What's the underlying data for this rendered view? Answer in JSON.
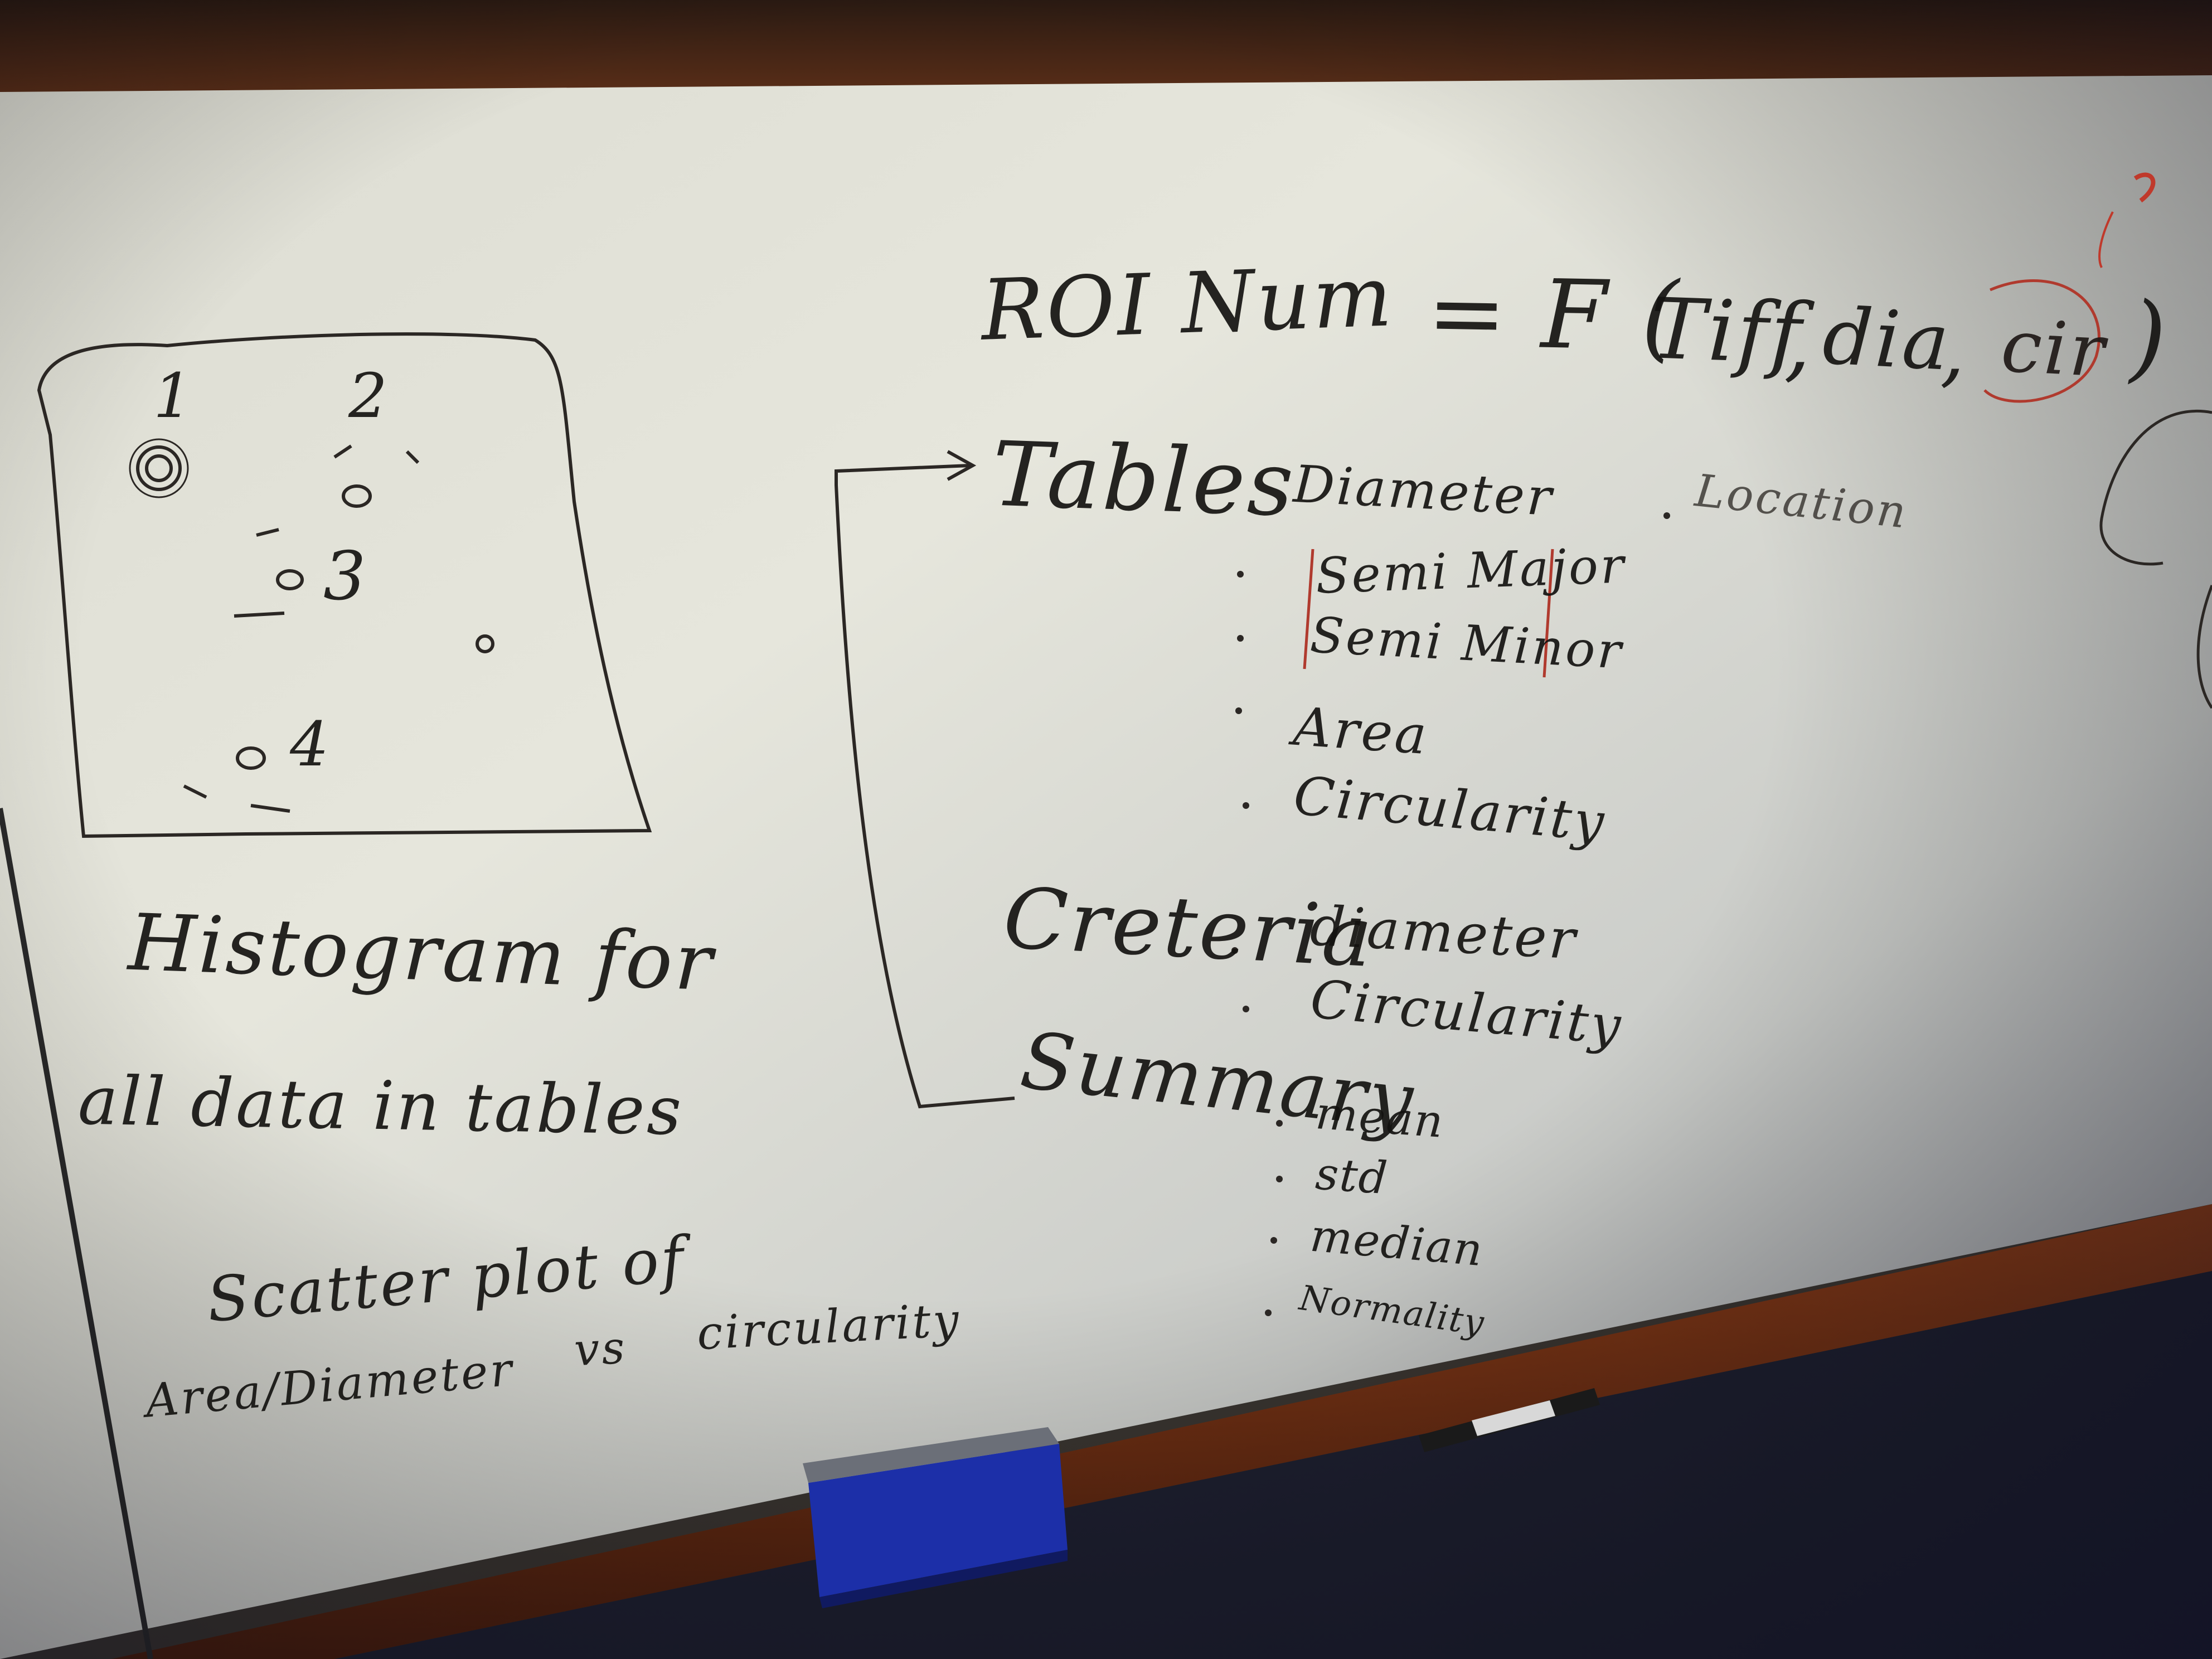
{
  "whiteboard": {
    "formula": {
      "lhs": "ROI Num",
      "rhs_prefix": "= F (",
      "args": [
        "Tiff",
        "dia",
        "cir"
      ],
      "separator": ",",
      "close": ")"
    },
    "sketch_labels": [
      "1",
      "2",
      "3",
      "4"
    ],
    "tables": {
      "heading": "Tables",
      "items": [
        "Diameter",
        "Semi Major",
        "Semi Minor",
        "Area",
        "Circularity"
      ],
      "extra": "Location"
    },
    "criteria": {
      "heading": "Creteria",
      "items": [
        "diameter",
        "Circularity"
      ]
    },
    "summary": {
      "heading": "Summary",
      "items": [
        "mean",
        "std",
        "median",
        "Normality"
      ]
    },
    "notes": {
      "histogram_line1": "Histogram for",
      "histogram_line2": "all data in tables",
      "scatter_line1": "Scatter plot of",
      "scatter_line2a": "Area/Diameter",
      "scatter_line2b": "vs",
      "scatter_line2c": "circularity"
    }
  },
  "colors": {
    "marker_ink": "#1a1714",
    "red_marker": "#c0392b",
    "eraser_blue": "#1c2fa8",
    "frame_wood": "#7a3a1c"
  }
}
